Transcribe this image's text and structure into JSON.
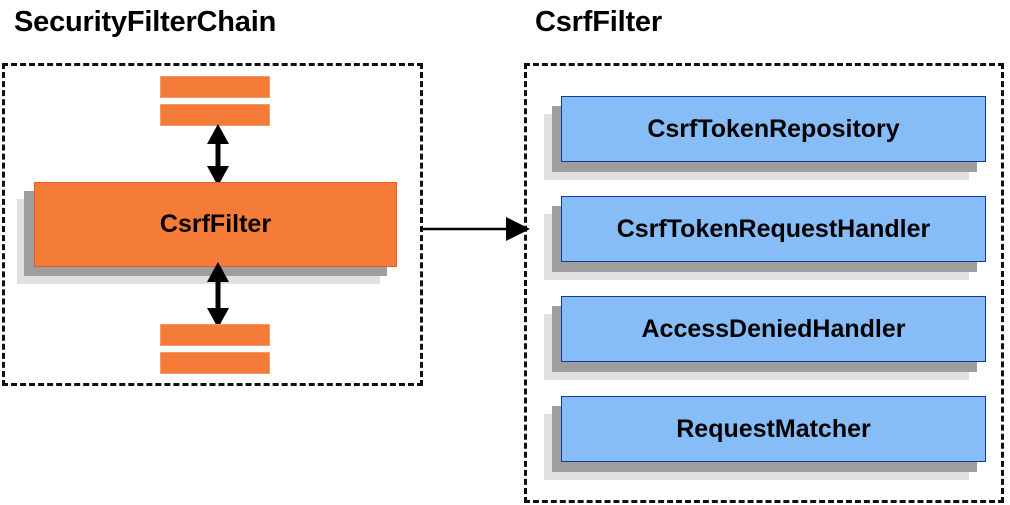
{
  "diagram": {
    "type": "component-collaboration-diagram",
    "panels": [
      {
        "id": "security-filter-chain",
        "title": "SecurityFilterChain",
        "border_style": "dashed",
        "main_block": {
          "label": "CsrfFilter",
          "fill_color": "#f57b39",
          "border_color": "#e8572a"
        },
        "filter_bars": [
          {
            "id": "bar-top-1",
            "position": "above"
          },
          {
            "id": "bar-top-2",
            "position": "above"
          },
          {
            "id": "bar-bottom-1",
            "position": "below"
          },
          {
            "id": "bar-bottom-2",
            "position": "below"
          }
        ],
        "internal_arrows": [
          {
            "id": "arrow-up-down-top",
            "style": "double-headed-vertical"
          },
          {
            "id": "arrow-up-down-bottom",
            "style": "double-headed-vertical"
          }
        ]
      },
      {
        "id": "csrf-filter",
        "title": "CsrfFilter",
        "border_style": "dashed",
        "blocks": [
          {
            "label": "CsrfTokenRepository",
            "fill_color": "#86bdf7",
            "border_color": "#17369c"
          },
          {
            "label": "CsrfTokenRequestHandler",
            "fill_color": "#86bdf7",
            "border_color": "#17369c"
          },
          {
            "label": "AccessDeniedHandler",
            "fill_color": "#86bdf7",
            "border_color": "#17369c"
          },
          {
            "label": "RequestMatcher",
            "fill_color": "#86bdf7",
            "border_color": "#17369c"
          }
        ]
      }
    ],
    "connector": {
      "id": "arrow-connector",
      "style": "single-headed-horizontal",
      "from": "CsrfFilter",
      "to": "CsrfFilter panel"
    },
    "colors": {
      "orange_fill": "#f57b39",
      "orange_border": "#e8572a",
      "blue_fill": "#86bdf7",
      "blue_border": "#17369c",
      "shadow_mid": "#9e9e9e",
      "shadow_back": "#e0e0e0",
      "stroke": "#000000",
      "background": "#ffffff"
    }
  }
}
